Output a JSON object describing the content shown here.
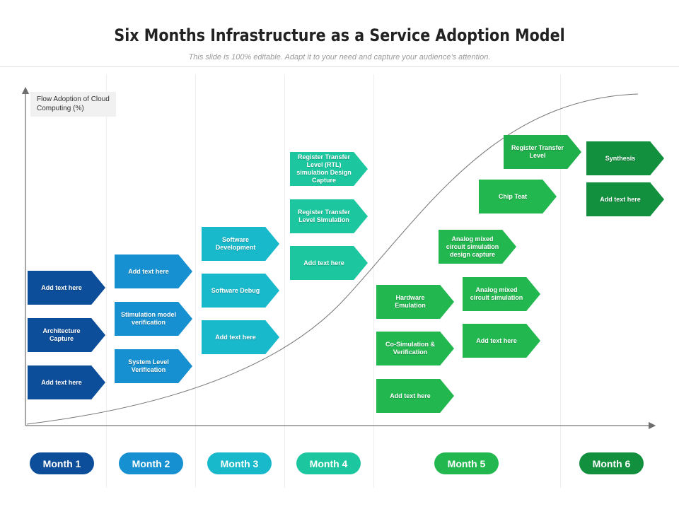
{
  "title": "Six Months Infrastructure as a Service Adoption Model",
  "subtitle": "This slide is 100% editable. Adapt it to your need and capture your audience’s attention.",
  "y_axis_label": "Flow Adoption of Cloud Computing  (%)",
  "colors": {
    "month1": "#0d4e9b",
    "month2": "#1690d0",
    "month3": "#19b9cc",
    "month4": "#1cc79f",
    "month5": "#22b84f",
    "month6": "#12903e"
  },
  "months": [
    {
      "label": "Month 1",
      "color": "#0d4e9b"
    },
    {
      "label": "Month 2",
      "color": "#1690d0"
    },
    {
      "label": "Month 3",
      "color": "#19b9cc"
    },
    {
      "label": "Month 4",
      "color": "#1cc79f"
    },
    {
      "label": "Month 5",
      "color": "#22b84f"
    },
    {
      "label": "Month 6",
      "color": "#12903e"
    }
  ],
  "steps": {
    "m1_a": "Add text here",
    "m1_b": "Architecture Capture",
    "m1_c": "Add text here",
    "m2_a": "Add text here",
    "m2_b": "Stimulation model verification",
    "m2_c": "System Level Verification",
    "m3_a": "Software Development",
    "m3_b": "Software Debug",
    "m3_c": "Add text here",
    "m4_a": "Register Transfer Level (RTL) simulation Design Capture",
    "m4_b": "Register Transfer Level Simulation",
    "m4_c": "Add text here",
    "m5_a": "Hardware Emulation",
    "m5_b": "Co-Simulation & Verification",
    "m5_c": "Add text here",
    "m5_d": "Analog mixed circuit simulation",
    "m5_e": "Add text here",
    "m5_f": "Analog mixed circuit simulation design capture",
    "m5_g": "Chip Teat",
    "m5_h": "Register Transfer Level",
    "m6_a": "Synthesis",
    "m6_b": "Add text here"
  }
}
